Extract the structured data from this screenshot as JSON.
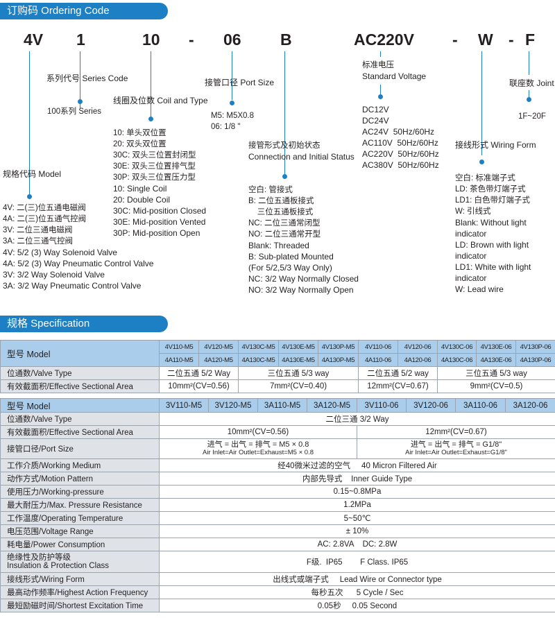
{
  "ordering": {
    "header": "订购码 Ordering Code",
    "code": [
      "4V",
      "1",
      "10",
      "-",
      "06",
      "B",
      "AC220V",
      "-",
      "W",
      "-",
      "F"
    ],
    "model": {
      "title": "规格代码 Model",
      "items": [
        "4V: 二(三)位五通电磁阀",
        "4A: 二(三)位五通气控阀",
        "3V: 二位三通电磁阀",
        "3A: 二位三通气控阀",
        "4V: 5/2 (3) Way Solenoid Valve",
        "4A: 5/2 (3) Way Pneumatic  Control Valve",
        "3V: 3/2 Way Solenoid Valve",
        "3A: 3/2 Way Pneumatic Control Valve"
      ]
    },
    "series": {
      "title": "系列代号 Series Code",
      "items": [
        "100系列 Series"
      ]
    },
    "coil": {
      "title": "线圈及位数 Coil and Type",
      "items": [
        "10: 单头双位置",
        "20: 双头双位置",
        "30C: 双头三位置封闭型",
        "30E: 双头三位置排气型",
        "30P: 双头三位置压力型",
        "10: Single Coil",
        "20: Double Coil",
        "30C: Mid-position Closed",
        "30E: Mid-position Vented",
        "30P: Mid-position Open"
      ]
    },
    "port": {
      "title": "接管口径 Port Size",
      "items": [
        "M5: M5X0.8",
        "06: 1/8 \""
      ]
    },
    "connection": {
      "title1": "接管形式及初始状态",
      "title2": "Connection and Initial Status",
      "items": [
        "空白: 管接式",
        "B: 二位五通板接式",
        "    三位五通板接式",
        "NC: 二位三通常闭型",
        "NO: 二位三通常开型",
        "Blank: Threaded",
        "B: Sub-plated Mounted",
        "(For 5/2,5/3 Way Only)",
        "NC: 3/2 Way Normally Closed",
        "NO: 3/2 Way Normally Open"
      ]
    },
    "voltage": {
      "title1": "标准电压",
      "title2": "Standard  Voltage",
      "items": [
        "DC12V",
        "DC24V",
        "AC24V  50Hz/60Hz",
        "AC110V  50Hz/60Hz",
        "AC220V  50Hz/60Hz",
        "AC380V  50Hz/60Hz"
      ]
    },
    "wiring": {
      "title": "接线形式 Wiring Form",
      "items": [
        "空白: 标准端子式",
        "LD: 茶色带灯端子式",
        "LD1: 白色带灯端子式",
        "W: 引线式",
        "Blank: Without light",
        "indicator",
        "LD: Brown with light",
        "indicator",
        "LD1: White with light",
        "indicator",
        "W: Lead wire"
      ]
    },
    "joint": {
      "title": "联座数 Joint",
      "items": [
        "1F~20F"
      ]
    }
  },
  "spec": {
    "header": "规格 Specification",
    "model_label": "型号  Model",
    "models_top": [
      "4V110-M5",
      "4V120-M5",
      "4V130C-M5",
      "4V130E-M5",
      "4V130P-M5",
      "4V110-06",
      "4V120-06",
      "4V130C-06",
      "4V130E-06",
      "4V130P-06"
    ],
    "models_bottom": [
      "4A110-M5",
      "4A120-M5",
      "4A130C-M5",
      "4A130E-M5",
      "4A130P-M5",
      "4A110-06",
      "4A120-06",
      "4A130C-06",
      "4A130E-06",
      "4A130P-06"
    ],
    "valve_type_label": "位通数/Valve Type",
    "valve_types": [
      "二位五通 5/2 Way",
      "三位五通  5/3 way",
      "二位五通  5/2 way",
      "三位五通  5/3 way"
    ],
    "area_label": "有效截面积/Effective Sectional Area",
    "areas_4": [
      "10mm²(CV=0.56)",
      "7mm²(CV=0.40)",
      "12mm²(CV=0.67)",
      "9mm²(CV=0.5)"
    ],
    "model3_label": "型号  Model",
    "models3": [
      "3V110-M5",
      "3V120-M5",
      "3A110-M5",
      "3A120-M5",
      "3V110-06",
      "3V120-06",
      "3A110-06",
      "3A120-06"
    ],
    "valve_type3": "二位三通  3/2 Way",
    "areas3": [
      "10mm²(CV=0.56)",
      "12mm²(CV=0.67)"
    ],
    "port_label": "接管口径/Port Size",
    "port_m5": [
      "进气 = 出气 = 排气 = M5 × 0.8",
      "Air Inlet=Air Outlet=Exhaust=M5 × 0.8"
    ],
    "port_g": [
      "进气 = 出气 = 排气 = G1/8\"",
      "Air Inlet=Air Outlet=Exhaust=G1/8\""
    ],
    "rows": [
      {
        "label": "工作介质/Working Medium",
        "value": "经40微米过滤的空气     40 Micron Filtered Air"
      },
      {
        "label": "动作方式/Motion Pattern",
        "value": "内部先导式    Inner Guide Type"
      },
      {
        "label": "使用压力/Working-pressure",
        "value": "0.15~0.8MPa"
      },
      {
        "label": "最大耐压力/Max. Pressure Resistance",
        "value": "1.2MPa"
      },
      {
        "label": "工作温度/Operating Temperature",
        "value": "5~50℃"
      },
      {
        "label": "电压范围/Voltage Range",
        "value": "± 10%"
      },
      {
        "label": "耗电量/Power Consumption",
        "value": "AC: 2.8VA    DC: 2.8W"
      }
    ],
    "insulation_label1": "绝缘性及防护等级",
    "insulation_label2": "Insulation & Protection Class",
    "insulation_value": "F级.  IP65        F Class. IP65",
    "rows2": [
      {
        "label": "接线形式/Wiring Form",
        "value": "出线式或端子式     Lead Wire or Connector type"
      },
      {
        "label": "最高动作频率/Highest Action Frequency",
        "value": "每秒五次      5 Cycle / Sec"
      },
      {
        "label": "最短励磁时间/Shortest Excitation Time",
        "value": "0.05秒     0.05 Second"
      }
    ]
  }
}
